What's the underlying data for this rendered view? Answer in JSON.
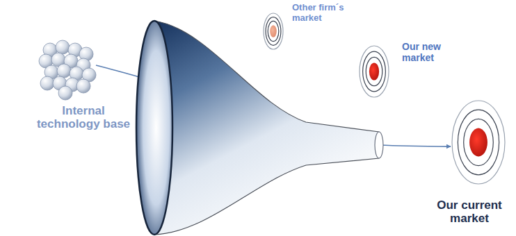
{
  "diagram": {
    "nodes": [
      {
        "text": [
          "Internal technology base"
        ]
      },
      {
        "text": [
          "Other firm´s market"
        ]
      },
      {
        "text": [
          "Our new market"
        ]
      },
      {
        "text": [
          "Our current market"
        ]
      }
    ],
    "edges": [
      {
        "from": 0,
        "to": 3,
        "arrow": "to"
      }
    ]
  }
}
